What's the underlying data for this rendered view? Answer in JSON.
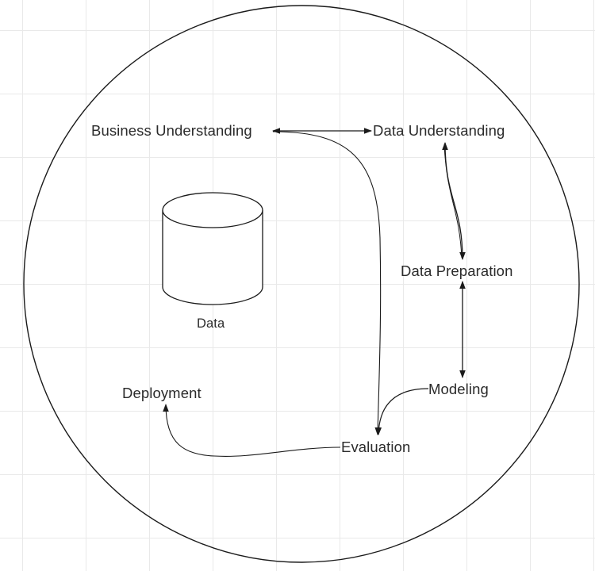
{
  "diagram": {
    "nodes": {
      "business_understanding": "Business Understanding",
      "data_understanding": "Data Understanding",
      "data_preparation": "Data Preparation",
      "modeling": "Modeling",
      "evaluation": "Evaluation",
      "deployment": "Deployment",
      "data_store": "Data"
    },
    "edges": [
      {
        "from": "business_understanding",
        "to": "data_understanding",
        "direction": "both"
      },
      {
        "from": "data_understanding",
        "to": "data_preparation",
        "direction": "both"
      },
      {
        "from": "data_preparation",
        "to": "modeling",
        "direction": "both"
      },
      {
        "from": "modeling",
        "to": "evaluation",
        "direction": "forward"
      },
      {
        "from": "business_understanding",
        "to": "evaluation",
        "direction": "forward"
      },
      {
        "from": "evaluation",
        "to": "deployment",
        "direction": "forward"
      }
    ],
    "colors": {
      "stroke": "#1a1a1a",
      "text": "#2b2b2b",
      "grid": "#e9e9e9",
      "background": "#ffffff"
    }
  }
}
